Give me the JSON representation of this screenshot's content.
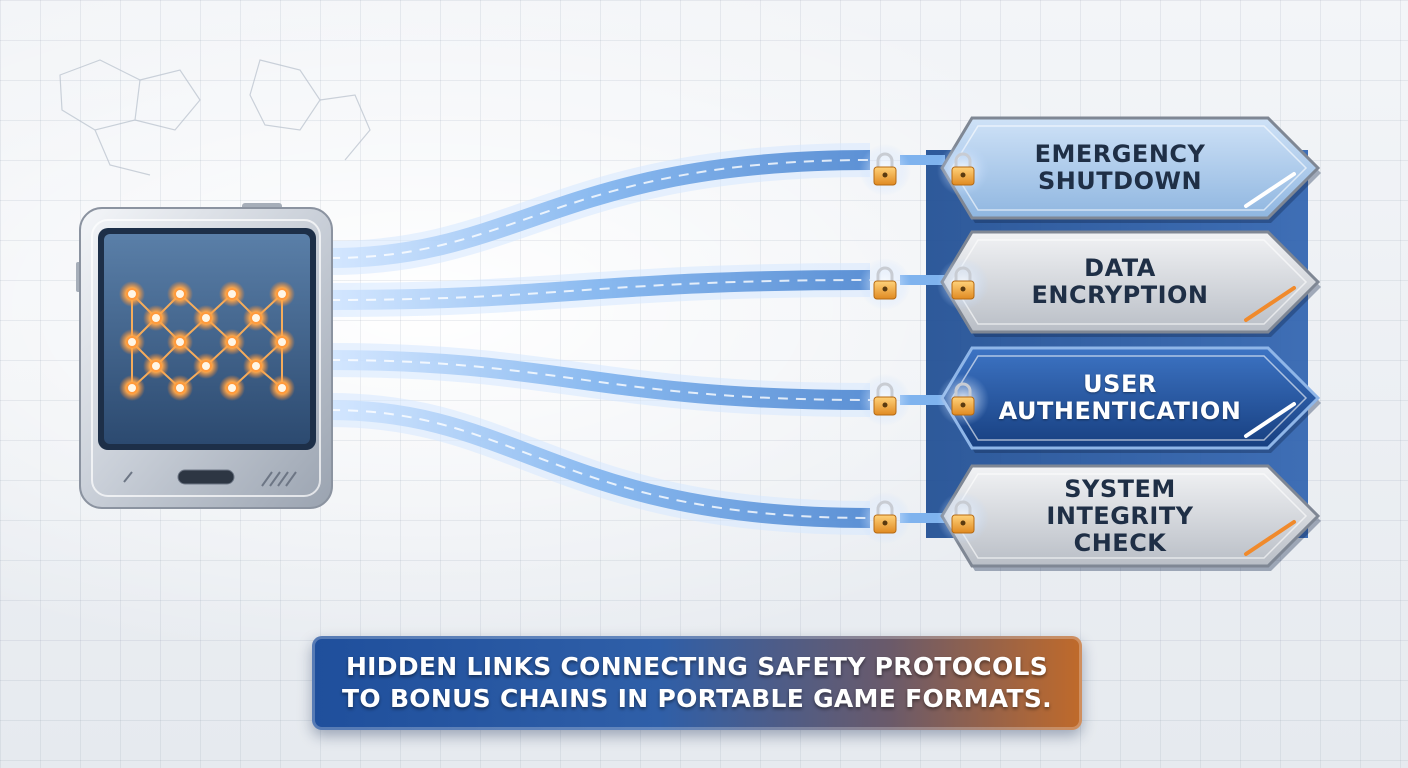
{
  "protocols": [
    {
      "lines": [
        "EMERGENCY",
        "SHUTDOWN"
      ],
      "style": "blue-light",
      "icon": "padlock-icon"
    },
    {
      "lines": [
        "DATA",
        "ENCRYPTION"
      ],
      "style": "silver",
      "icon": "padlock-icon"
    },
    {
      "lines": [
        "USER",
        "AUTHENTICATION"
      ],
      "style": "blue-dark",
      "icon": "padlock-icon"
    },
    {
      "lines": [
        "SYSTEM",
        "INTEGRITY",
        "CHECK"
      ],
      "style": "silver",
      "icon": "padlock-icon"
    }
  ],
  "caption": {
    "line1": "HIDDEN LINKS CONNECTING SAFETY PROTOCOLS",
    "line2": "TO BONUS CHAINS IN PORTABLE GAME FORMATS."
  },
  "device": {
    "icon": "handheld-device-icon",
    "screen_icon": "node-network-icon"
  },
  "colors": {
    "accent_blue": "#2a62b8",
    "accent_orange": "#f08a2c",
    "node_glow": "#ff9a3c",
    "stream_blue": "#6fa6e6"
  }
}
